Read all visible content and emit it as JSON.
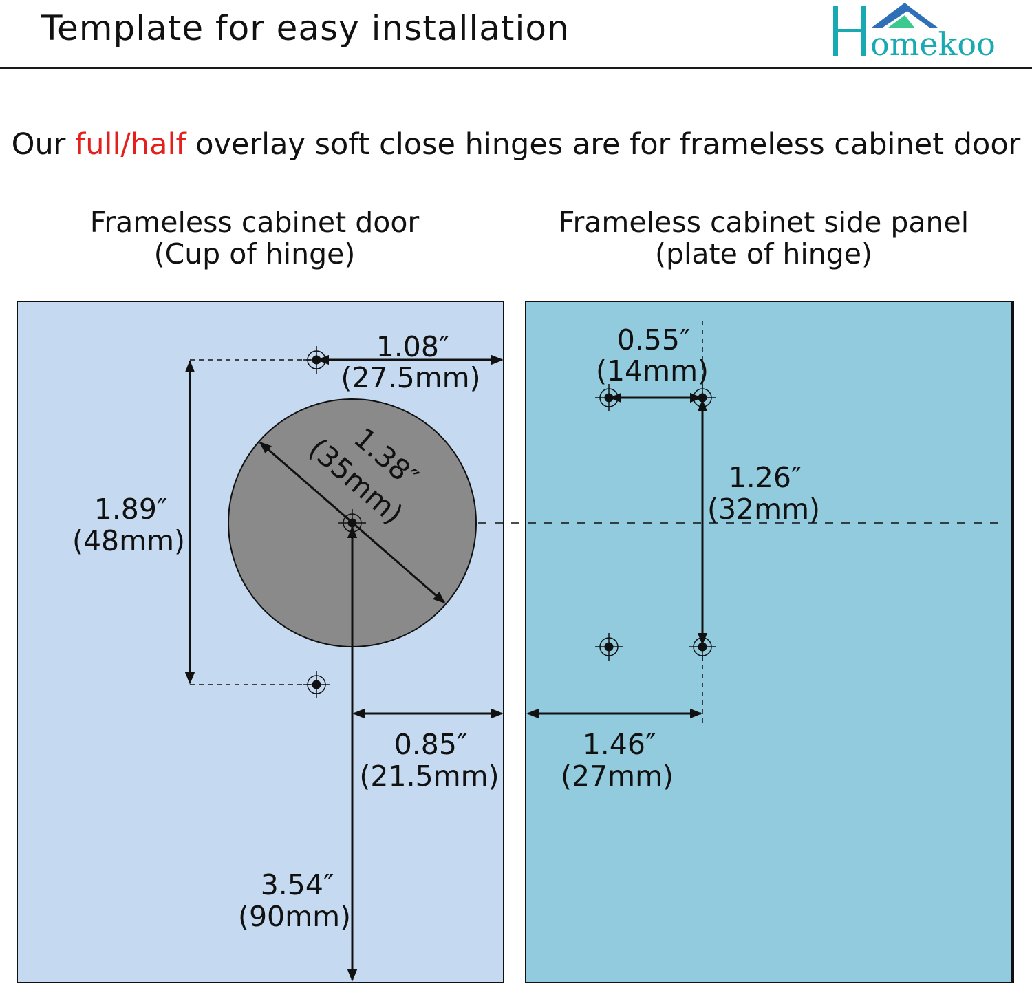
{
  "header": {
    "title": "Template for easy installation",
    "logo_text": "Homekoo"
  },
  "subtitle": {
    "before": "Our ",
    "highlight": "full/half",
    "after": " overlay soft close hinges are for frameless cabinet door"
  },
  "left_panel": {
    "heading_line1": "Frameless cabinet door",
    "heading_line2": "(Cup of hinge)",
    "dimensions": {
      "top_offset": {
        "inch": "1.08″",
        "mm": "(27.5mm)"
      },
      "hole_spacing": {
        "inch": "1.89″",
        "mm": "(48mm)"
      },
      "cup_diameter": {
        "inch": "1.38″",
        "mm": "(35mm)"
      },
      "edge_offset": {
        "inch": "0.85″",
        "mm": "(21.5mm)"
      },
      "bottom_offset": {
        "inch": "3.54″",
        "mm": "(90mm)"
      }
    }
  },
  "right_panel": {
    "heading_line1": "Frameless cabinet side panel",
    "heading_line2": "(plate of hinge)",
    "dimensions": {
      "hole_pitch": {
        "inch": "0.55″",
        "mm": "(14mm)"
      },
      "vertical_spacing": {
        "inch": "1.26″",
        "mm": "(32mm)"
      },
      "edge_offset": {
        "inch": "1.46″",
        "mm": "(27mm)"
      }
    }
  },
  "colors": {
    "door_panel": "#c5daf0",
    "side_panel": "#92cbdd",
    "cup_circle": "#8a8a8a",
    "highlight": "#e3201b",
    "logo_teal": "#18a9b2",
    "logo_blue": "#2e6fb8",
    "logo_green": "#3cc98f"
  }
}
